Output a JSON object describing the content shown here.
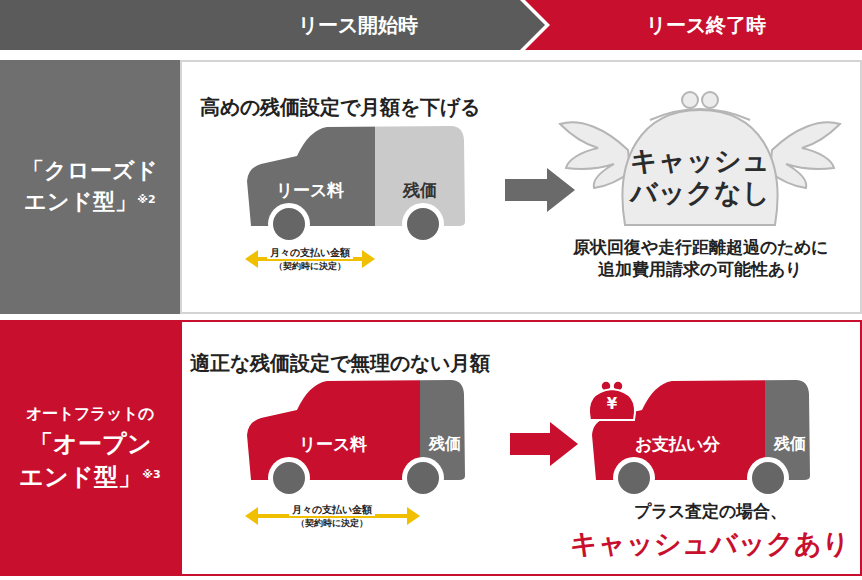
{
  "diagram": {
    "nodes": [
      {
        "text": [
          "リース開始時"
        ]
      },
      {
        "text": [
          "リース終了時"
        ]
      },
      {
        "text": [
          "「クローズド エンド型」",
          "※2"
        ]
      },
      {
        "text": [
          "高めの残価設定で月額を下げる"
        ]
      },
      {
        "text": [
          "リース料"
        ],
        "in": 3
      },
      {
        "text": [
          "残価"
        ],
        "in": 3
      },
      {
        "text": [
          "キャッシュ バックなし"
        ],
        "in": 3
      },
      {
        "text": [
          "オートフラットの",
          "「オープン エンド型」",
          "※3"
        ]
      },
      {
        "text": [
          "適正な残価設定で無理のない月額"
        ]
      },
      {
        "text": [
          "リース料"
        ],
        "in": 8
      },
      {
        "text": [
          "残価"
        ],
        "in": 8
      },
      {
        "text": [
          "お支払い分"
        ],
        "in": 8
      },
      {
        "text": [
          "残価"
        ],
        "in": 8
      }
    ],
    "edges": [
      {
        "from": 5,
        "to": 6,
        "arrow": "to"
      },
      {
        "from": 10,
        "to": 11,
        "arrow": "to"
      }
    ],
    "labels": [
      "月々の支払い金額",
      "（契約時に決定）",
      "原状回復や走行距離超過のために 追加費用請求の可能性あり",
      "月々の支払い金額",
      "（契約時に決定）",
      "¥",
      "プラス査定の場合、",
      "キャッシュバックあり"
    ]
  }
}
